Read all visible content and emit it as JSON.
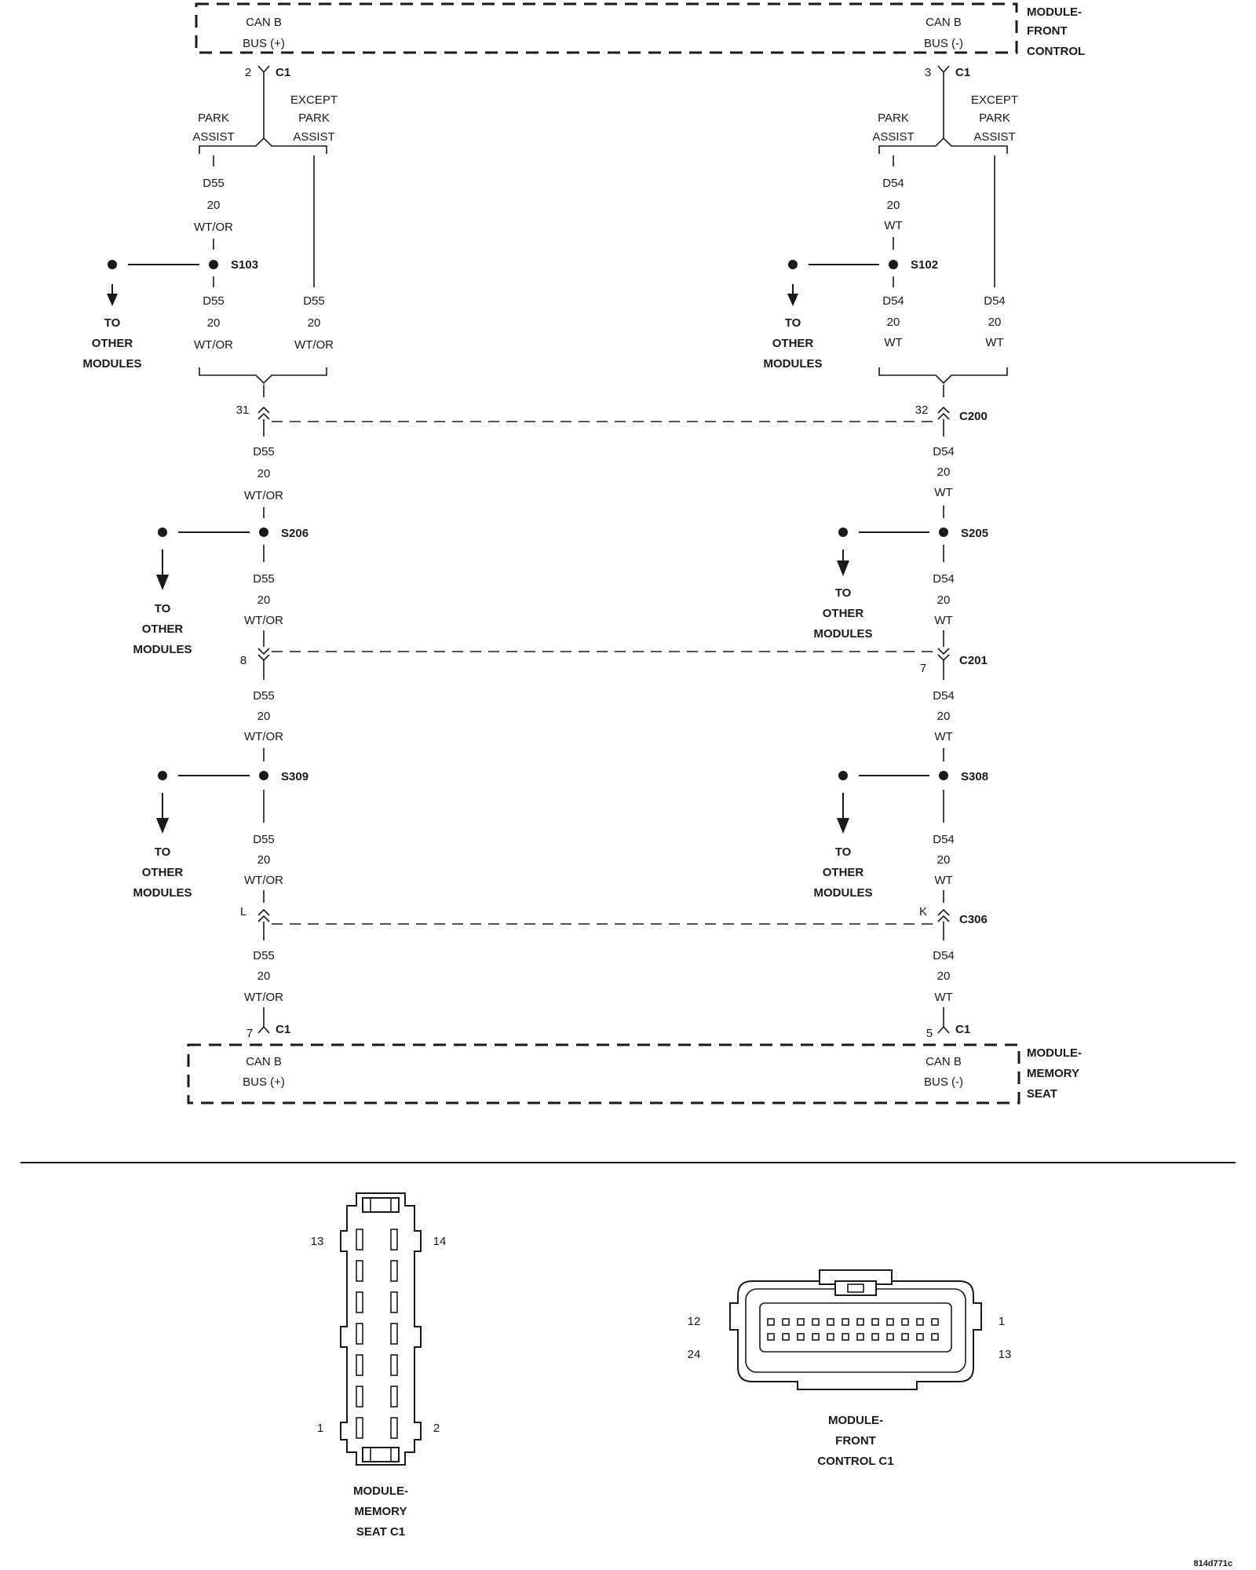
{
  "modules": {
    "front_control": {
      "name_lines": [
        "MODULE-",
        "FRONT",
        "CONTROL"
      ],
      "left_pin": {
        "lines": [
          "CAN B",
          "BUS (+)"
        ],
        "pin": "2",
        "connector": "C1"
      },
      "right_pin": {
        "lines": [
          "CAN B",
          "BUS (-)"
        ],
        "pin": "3",
        "connector": "C1"
      }
    },
    "memory_seat": {
      "name_lines": [
        "MODULE-",
        "MEMORY",
        "SEAT"
      ],
      "left_pin": {
        "lines": [
          "CAN B",
          "BUS (+)"
        ],
        "pin": "7",
        "connector": "C1"
      },
      "right_pin": {
        "lines": [
          "CAN B",
          "BUS (-)"
        ],
        "pin": "5",
        "connector": "C1"
      }
    }
  },
  "branches": {
    "park_assist": [
      "PARK",
      "ASSIST"
    ],
    "except_park_assist": [
      "EXCEPT",
      "PARK",
      "ASSIST"
    ]
  },
  "wires": {
    "left": [
      "D55",
      "20",
      "WT/OR"
    ],
    "right": [
      "D54",
      "20",
      "WT"
    ]
  },
  "splices": {
    "s103": "S103",
    "s102": "S102",
    "s206": "S206",
    "s205": "S205",
    "s309": "S309",
    "s308": "S308"
  },
  "to_other_modules": [
    "TO",
    "OTHER",
    "MODULES"
  ],
  "inline_connectors": [
    {
      "name": "C200",
      "left_pin": "31",
      "right_pin": "32"
    },
    {
      "name": "C201",
      "left_pin": "8",
      "right_pin": "7"
    },
    {
      "name": "C306",
      "left_pin": "L",
      "right_pin": "K"
    }
  ],
  "connector_views": {
    "memory_seat_c1": {
      "caption_lines": [
        "MODULE-",
        "MEMORY",
        "SEAT C1"
      ],
      "pin_labels": {
        "top_left": "13",
        "top_right": "14",
        "bottom_left": "1",
        "bottom_right": "2"
      }
    },
    "front_control_c1": {
      "caption_lines": [
        "MODULE-",
        "FRONT",
        "CONTROL C1"
      ],
      "pin_labels": {
        "top_left": "12",
        "top_right": "1",
        "bottom_left": "24",
        "bottom_right": "13"
      }
    }
  },
  "figure_id": "814d771c"
}
